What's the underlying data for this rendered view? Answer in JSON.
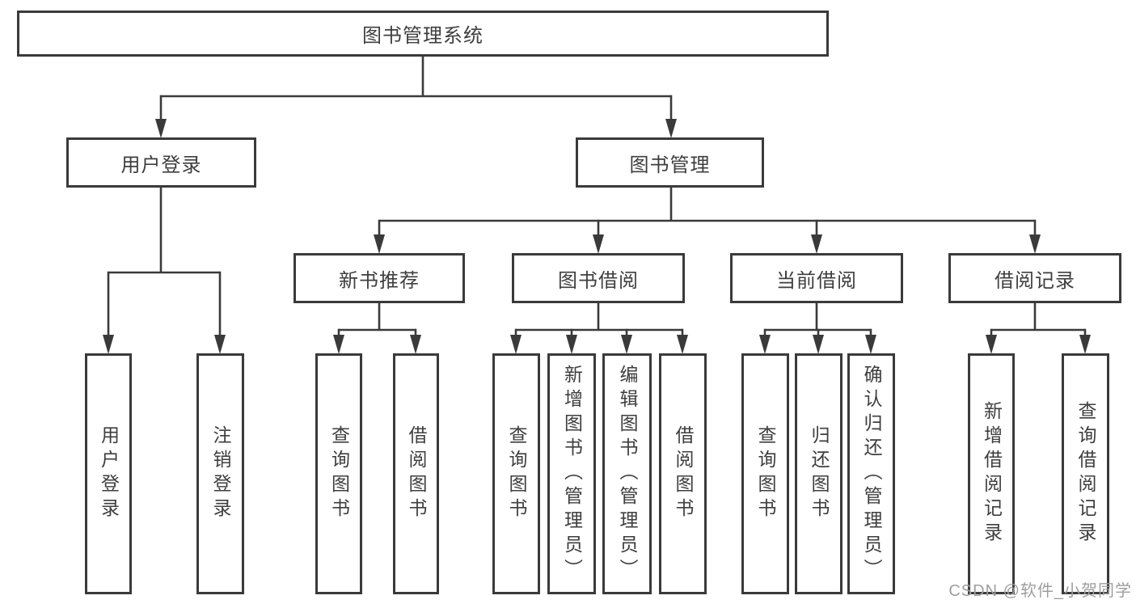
{
  "diagram_type": "hierarchy-tree",
  "tree": {
    "label": "图书管理系统",
    "children": [
      {
        "label": "用户登录",
        "children": [
          {
            "label": "用户登录"
          },
          {
            "label": "注销登录"
          }
        ]
      },
      {
        "label": "图书管理",
        "children": [
          {
            "label": "新书推荐",
            "children": [
              {
                "label": "查询图书"
              },
              {
                "label": "借阅图书"
              }
            ]
          },
          {
            "label": "图书借阅",
            "children": [
              {
                "label": "查询图书"
              },
              {
                "label": "新增图书（管理员）"
              },
              {
                "label": "编辑图书（管理员）"
              },
              {
                "label": "借阅图书"
              }
            ]
          },
          {
            "label": "当前借阅",
            "children": [
              {
                "label": "查询图书"
              },
              {
                "label": "归还图书"
              },
              {
                "label": "确认归还（管理员）"
              }
            ]
          },
          {
            "label": "借阅记录",
            "children": [
              {
                "label": "新增借阅记录"
              },
              {
                "label": "查询借阅记录"
              }
            ]
          }
        ]
      }
    ]
  },
  "watermark": {
    "text": "CSDN @软件_小贺同学"
  },
  "colors": {
    "line": "#3a3a3a",
    "box_border": "#3a3a3a",
    "text": "#3e3e3e",
    "watermark": "#9e9e9e",
    "background": "#ffffff"
  }
}
